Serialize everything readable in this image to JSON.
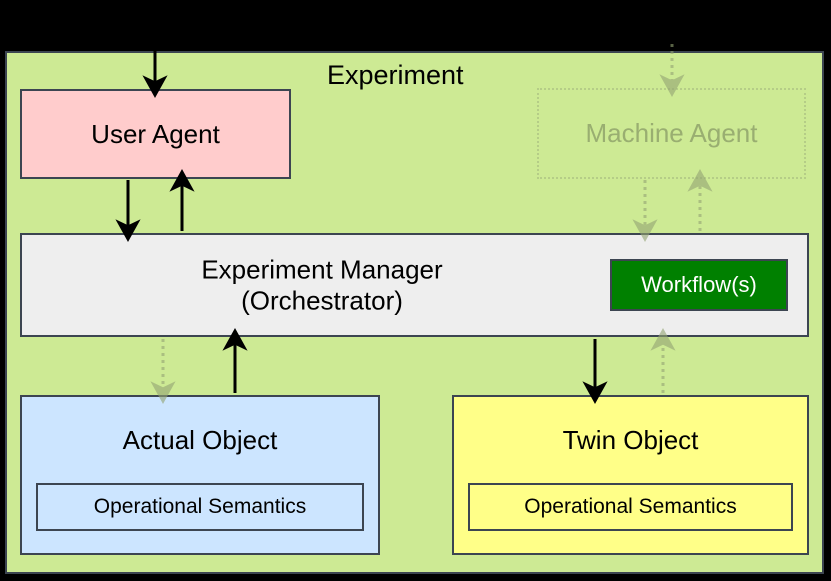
{
  "diagram": {
    "title": "Experiment",
    "background_color": "#cdea94",
    "border_color": "#3c4551",
    "nodes": [
      {
        "id": "user-agent",
        "label": "User Agent",
        "fill": "#ffcccc",
        "state": "active"
      },
      {
        "id": "machine-agent",
        "label": "Machine Agent",
        "fill": "#cdea94",
        "state": "ghosted"
      },
      {
        "id": "experiment-manager",
        "label_line1": "Experiment Manager",
        "label_line2": "(Orchestrator)",
        "fill": "#eeeeee",
        "state": "active"
      },
      {
        "id": "workflows",
        "label": "Workflow(s)",
        "fill": "#008000",
        "text_color": "#ffffff",
        "state": "active"
      },
      {
        "id": "actual-object",
        "label": "Actual Object",
        "fill": "#cce5ff",
        "state": "active",
        "child_label": "Operational Semantics"
      },
      {
        "id": "twin-object",
        "label": "Twin Object",
        "fill": "#ffff88",
        "state": "active",
        "child_label": "Operational Semantics"
      }
    ],
    "edges": [
      {
        "id": "edge-external-to-user-agent",
        "from": "external",
        "to": "user-agent",
        "style": "solid",
        "direction": "down"
      },
      {
        "id": "edge-external-to-machine-agent",
        "from": "external",
        "to": "machine-agent",
        "style": "dotted",
        "direction": "down"
      },
      {
        "id": "edge-user-agent-to-manager",
        "from": "user-agent",
        "to": "experiment-manager",
        "style": "solid",
        "direction": "down"
      },
      {
        "id": "edge-manager-to-user-agent",
        "from": "experiment-manager",
        "to": "user-agent",
        "style": "solid",
        "direction": "up"
      },
      {
        "id": "edge-machine-agent-to-manager",
        "from": "machine-agent",
        "to": "experiment-manager",
        "style": "dotted",
        "direction": "down"
      },
      {
        "id": "edge-manager-to-machine-agent",
        "from": "experiment-manager",
        "to": "machine-agent",
        "style": "dotted",
        "direction": "up"
      },
      {
        "id": "edge-manager-to-actual-object",
        "from": "experiment-manager",
        "to": "actual-object",
        "style": "dotted",
        "direction": "down"
      },
      {
        "id": "edge-actual-object-to-manager",
        "from": "actual-object",
        "to": "experiment-manager",
        "style": "solid",
        "direction": "up"
      },
      {
        "id": "edge-manager-to-twin-object",
        "from": "experiment-manager",
        "to": "twin-object",
        "style": "solid",
        "direction": "down"
      },
      {
        "id": "edge-twin-object-to-manager",
        "from": "twin-object",
        "to": "experiment-manager",
        "style": "dotted",
        "direction": "up"
      }
    ]
  }
}
